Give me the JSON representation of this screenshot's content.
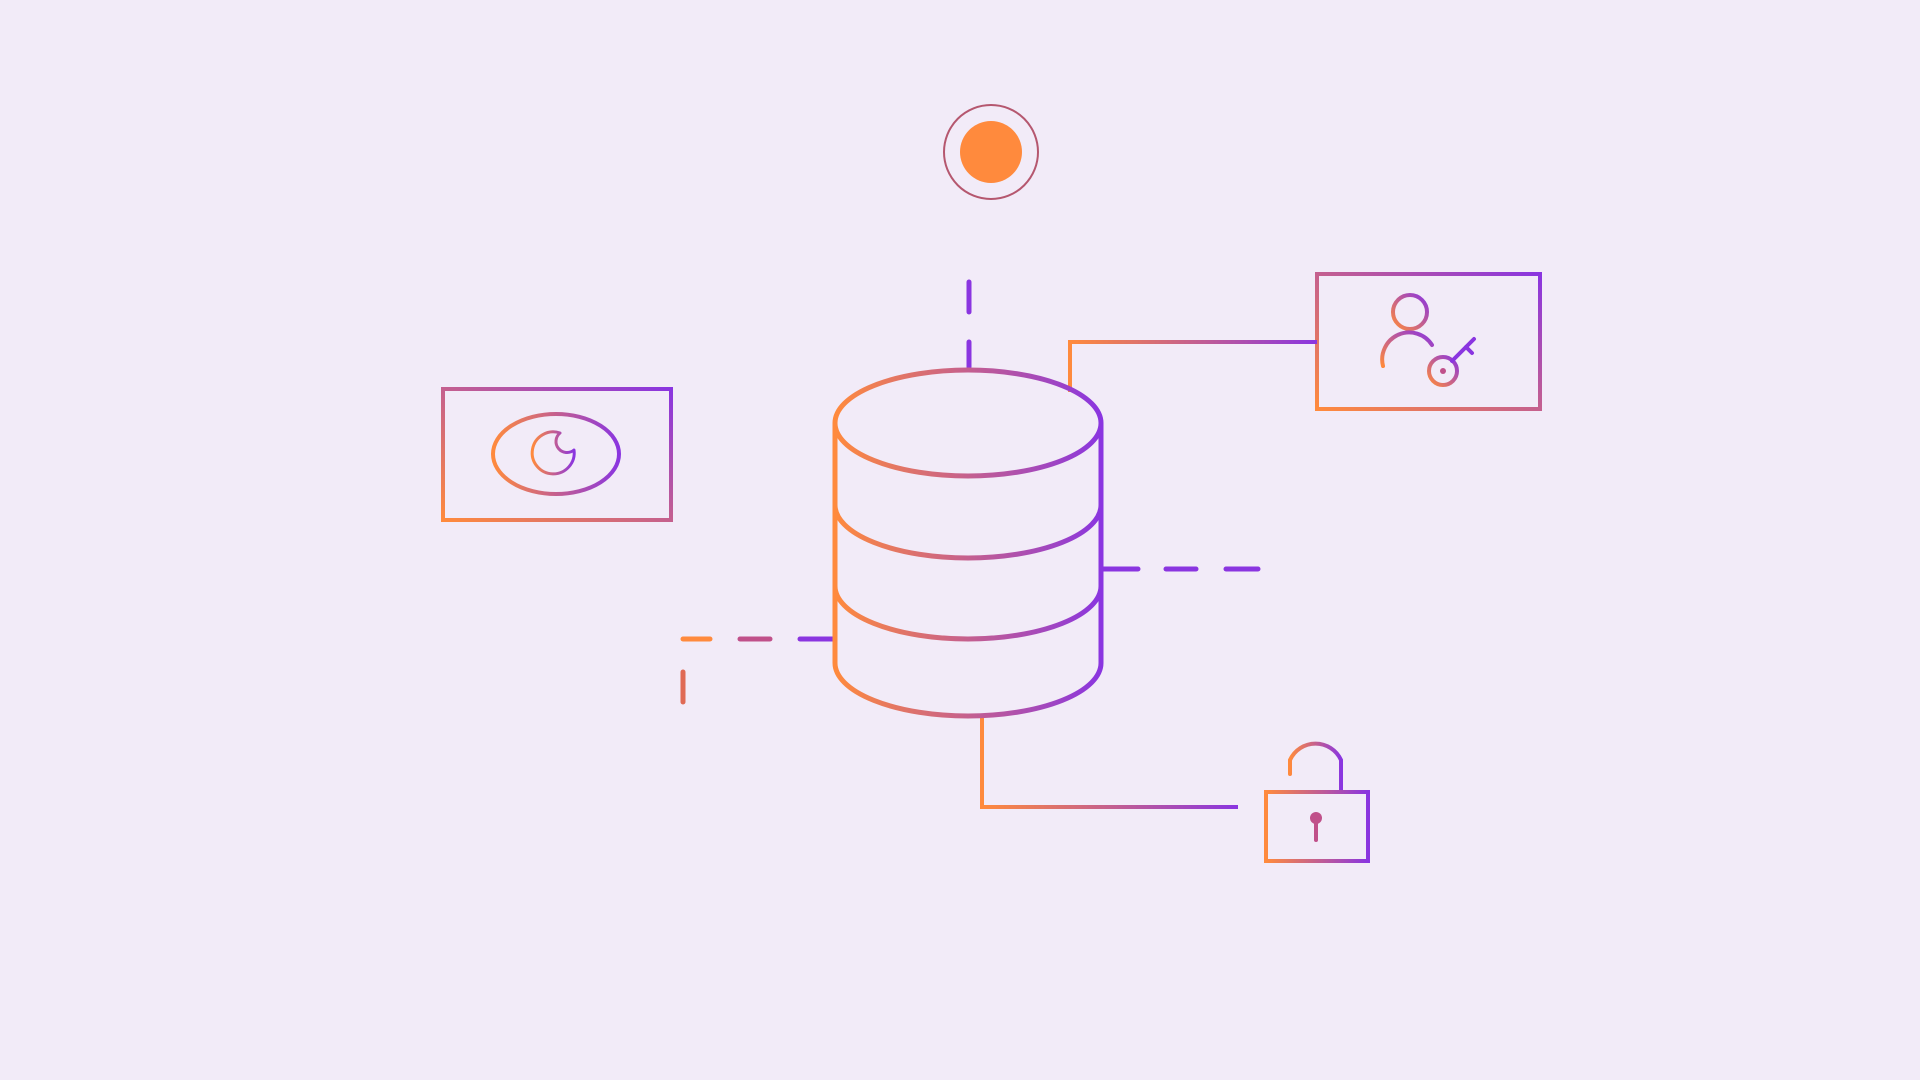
{
  "colors": {
    "background": "#f2ebf8",
    "gradient_start": "#ff8a3d",
    "gradient_end": "#8a35e0",
    "status_dot": "#ff8a3d",
    "status_ring": "#b5576f"
  },
  "diagram": {
    "center_node": {
      "icon": "database-icon"
    },
    "top_node": {
      "icon": "status-dot-icon"
    },
    "left_node": {
      "icon": "eye-icon"
    },
    "right_node": {
      "icon": "user-key-icon"
    },
    "bottom_node": {
      "icon": "unlocked-padlock-icon"
    },
    "connectors": [
      {
        "from": "database",
        "to": "status-dot",
        "style": "dashed"
      },
      {
        "from": "database",
        "to": "eye-panel",
        "style": "solid"
      },
      {
        "from": "database",
        "to": "user-key-panel",
        "style": "solid"
      },
      {
        "from": "database",
        "to": "padlock",
        "style": "solid"
      },
      {
        "from": "database",
        "to": "right",
        "style": "dashed"
      },
      {
        "from": "database",
        "to": "bottom-left",
        "style": "dashed"
      }
    ]
  }
}
